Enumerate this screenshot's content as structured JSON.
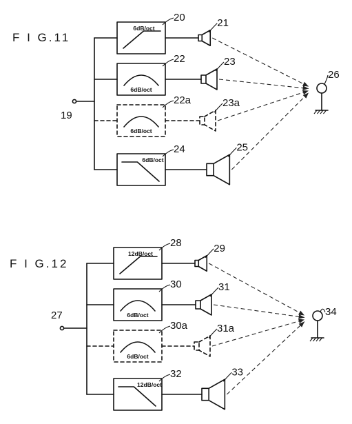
{
  "figures": [
    {
      "title": "F I G.11",
      "input_ref": "19",
      "mic_ref": "26",
      "branches": [
        {
          "filter_ref": "20",
          "filter_label": "6dB/oct",
          "filter_type": "highpass",
          "speaker_ref": "21",
          "speaker_size": "small",
          "dashed": false
        },
        {
          "filter_ref": "22",
          "filter_label": "6dB/oct",
          "filter_type": "bandpass",
          "speaker_ref": "23",
          "speaker_size": "medium",
          "dashed": false
        },
        {
          "filter_ref": "22a",
          "filter_label": "6dB/oct",
          "filter_type": "bandpass",
          "speaker_ref": "23a",
          "speaker_size": "medium",
          "dashed": true
        },
        {
          "filter_ref": "24",
          "filter_label": "6dB/oct",
          "filter_type": "lowpass",
          "speaker_ref": "25",
          "speaker_size": "large",
          "dashed": false
        }
      ]
    },
    {
      "title": "F I G.12",
      "input_ref": "27",
      "mic_ref": "34",
      "branches": [
        {
          "filter_ref": "28",
          "filter_label": "12dB/oct",
          "filter_type": "highpass",
          "speaker_ref": "29",
          "speaker_size": "small",
          "dashed": false
        },
        {
          "filter_ref": "30",
          "filter_label": "6dB/oct",
          "filter_type": "bandpass",
          "speaker_ref": "31",
          "speaker_size": "medium",
          "dashed": false
        },
        {
          "filter_ref": "30a",
          "filter_label": "6dB/oct",
          "filter_type": "bandpass",
          "speaker_ref": "31a",
          "speaker_size": "medium",
          "dashed": true
        },
        {
          "filter_ref": "32",
          "filter_label": "12dB/oct",
          "filter_type": "lowpass",
          "speaker_ref": "33",
          "speaker_size": "large",
          "dashed": false
        }
      ]
    }
  ]
}
